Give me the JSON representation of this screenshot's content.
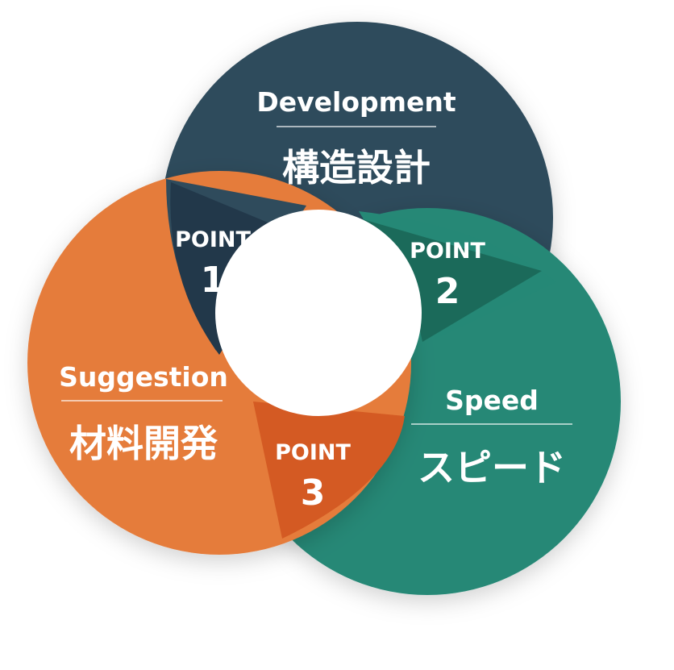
{
  "colors": {
    "navy": "#2f4b5c",
    "navy_point": "#22384a",
    "teal": "#258876",
    "teal_point": "#1b6a5a",
    "orange": "#e57c3b",
    "orange_point": "#d45a23"
  },
  "rings": {
    "development": {
      "en": "Development",
      "jp": "構造設計"
    },
    "speed": {
      "en": "Speed",
      "jp": "スピード"
    },
    "suggestion": {
      "en": "Suggestion",
      "jp": "材料開発"
    }
  },
  "points": [
    {
      "word": "POINT",
      "number": "1"
    },
    {
      "word": "POINT",
      "number": "2"
    },
    {
      "word": "POINT",
      "number": "3"
    }
  ]
}
